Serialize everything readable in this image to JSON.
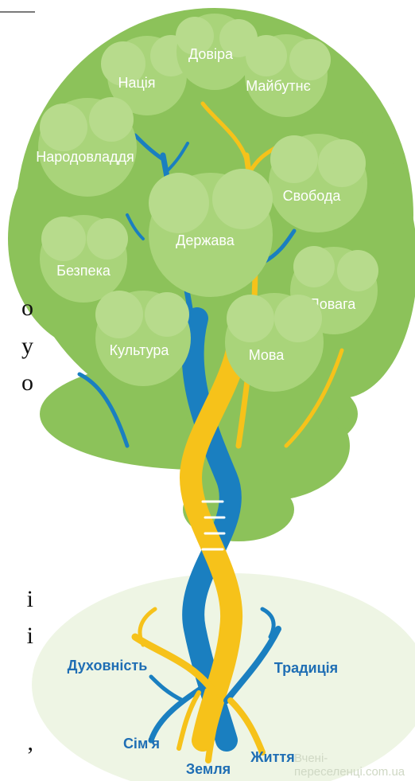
{
  "leaves": [
    {
      "id": "natsiia",
      "label": "Нація"
    },
    {
      "id": "dovira",
      "label": "Довіра"
    },
    {
      "id": "maibutnie",
      "label": "Майбутнє"
    },
    {
      "id": "narodovladdia",
      "label": "Народовладдя"
    },
    {
      "id": "svoboda",
      "label": "Свобода"
    },
    {
      "id": "derzhava",
      "label": "Держава"
    },
    {
      "id": "bezpeka",
      "label": "Безпека"
    },
    {
      "id": "povaga",
      "label": "Повага"
    },
    {
      "id": "kultura",
      "label": "Культура"
    },
    {
      "id": "mova",
      "label": "Мова"
    }
  ],
  "roots": [
    {
      "id": "dukhovnist",
      "label": "Духовність"
    },
    {
      "id": "tradytsiia",
      "label": "Традиція"
    },
    {
      "id": "simia",
      "label": "Сім'я"
    },
    {
      "id": "zemlia",
      "label": "Земля"
    },
    {
      "id": "zhyttia",
      "label": "Життя"
    }
  ],
  "watermark": "Вчені-переселенці.com.ua",
  "edge_fragments": [
    "о",
    "у",
    "о",
    "і",
    "і",
    ","
  ],
  "colors": {
    "leaf_light": "#a9d47a",
    "leaf_mid": "#8cc25a",
    "leaf_dark": "#6aa53c",
    "trunk_blue": "#1a7fc0",
    "trunk_yellow": "#f6c21a",
    "root_text_blue": "#1f6eb4",
    "ground": "#e8f2da"
  }
}
